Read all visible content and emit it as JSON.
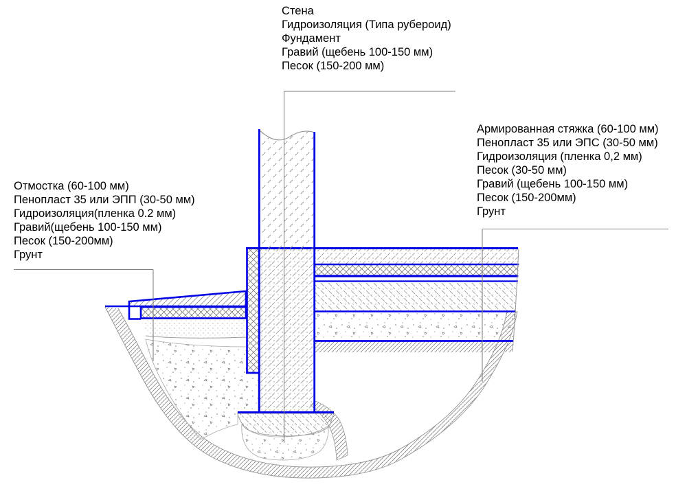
{
  "drawing": {
    "callouts": {
      "top": {
        "lines": [
          "Стена",
          "Гидроизоляция (Типа рубероид)",
          "Фундамент",
          "Гравий (щебень 100-150 мм)",
          "Песок (150-200 мм)"
        ]
      },
      "right": {
        "lines": [
          "Армированная стяжка (60-100 мм)",
          "Пенопласт 35 или ЭПС (30-50 мм)",
          "Гидроизоляция (пленка 0,2 мм)",
          "Песок (30-50 мм)",
          "Гравий (щебень 100-150 мм)",
          "Песок (150-200мм)",
          "Грунт"
        ]
      },
      "left": {
        "lines": [
          "Отмостка (60-100 мм)",
          "Пенопласт 35 или ЭПП (30-50 мм)",
          "Гидроизоляция(пленка 0.2 мм)",
          "Гравий(щебень 100-150 мм)",
          "Песок (150-200мм)",
          "Грунт"
        ]
      }
    },
    "colors": {
      "structure_outline": "#0000e6",
      "leader_line": "#808080",
      "hatch_line": "#909090",
      "text": "#000000",
      "background": "#ffffff"
    }
  }
}
